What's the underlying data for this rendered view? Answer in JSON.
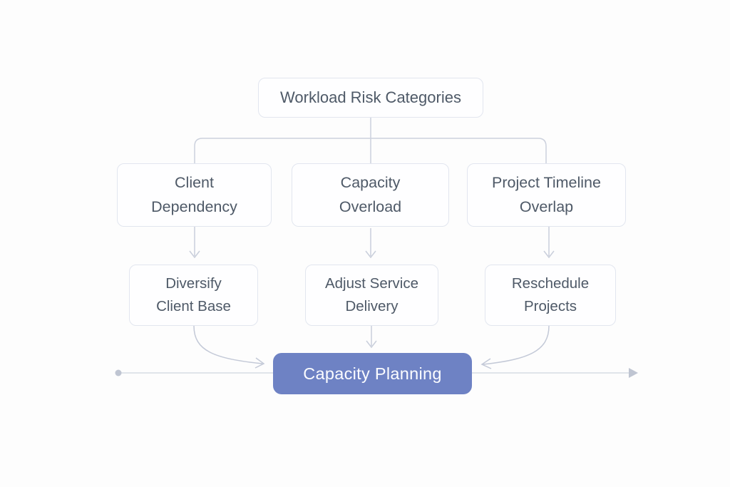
{
  "diagram": {
    "title": "Workload Risk Categories",
    "root": {
      "label": "Workload Risk Categories"
    },
    "categories": [
      {
        "id": "client-dependency",
        "label": "Client Dependency"
      },
      {
        "id": "capacity-overload",
        "label": "Capacity Overload"
      },
      {
        "id": "project-timeline-overlap",
        "label": "Project Timeline Overlap"
      }
    ],
    "actions": [
      {
        "id": "diversify-client-base",
        "label": "Diversify Client Base"
      },
      {
        "id": "adjust-service-delivery",
        "label": "Adjust Service Delivery"
      },
      {
        "id": "reschedule-projects",
        "label": "Reschedule Projects"
      }
    ],
    "outcome": {
      "label": "Capacity Planning"
    },
    "edges": [
      {
        "from": "root",
        "to": "client-dependency"
      },
      {
        "from": "root",
        "to": "capacity-overload"
      },
      {
        "from": "root",
        "to": "project-timeline-overlap"
      },
      {
        "from": "client-dependency",
        "to": "diversify-client-base",
        "arrow": true
      },
      {
        "from": "capacity-overload",
        "to": "adjust-service-delivery",
        "arrow": true
      },
      {
        "from": "project-timeline-overlap",
        "to": "reschedule-projects",
        "arrow": true
      },
      {
        "from": "diversify-client-base",
        "to": "capacity-planning",
        "arrow": true
      },
      {
        "from": "adjust-service-delivery",
        "to": "capacity-planning",
        "arrow": true
      },
      {
        "from": "reschedule-projects",
        "to": "capacity-planning",
        "arrow": true
      }
    ],
    "colors": {
      "accent": "#6e82c4",
      "outcome_text": "#fbfcff",
      "box_background": "#fefeff",
      "box_border": "#e2e6ef",
      "box_text": "#4e5967",
      "connector": "#ccd1dd",
      "arrowhead": "#c2c8d5",
      "baseline": "#d7dbe3",
      "endpoint": "#bfc5d2",
      "page_background": "#fdfdfd"
    }
  }
}
